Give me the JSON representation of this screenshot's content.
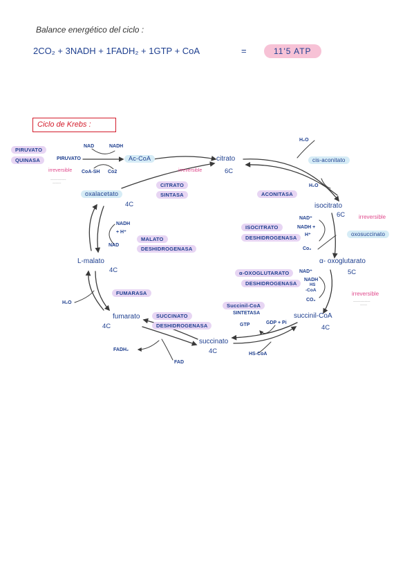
{
  "header": {
    "balance_title": "Balance energético del ciclo :",
    "equation": "2CO₂ + 3NADH + 1FADH₂ + 1GTP + CoA",
    "equals": "=",
    "result": "11'5 ATP"
  },
  "section": {
    "title": "Ciclo de Krebs :"
  },
  "diagram": {
    "piruvato_quinasa": [
      "PIRUVATO",
      "QUINASA"
    ],
    "piruvato": "PIRUVATO",
    "nad_top": "NAD",
    "nadh_top": "NADH",
    "coa_sh": "CoA-SH",
    "co2_top": "Co2",
    "acetyl_coa": "Ac-CoA",
    "irreversible_left": "irreversible",
    "irreversible_mid": "irreversible",
    "citrato_sintasa": [
      "CITRATO",
      "SINTASA"
    ],
    "citrato": "citrato",
    "citrato_c": "6C",
    "h2o_top": "H₂O",
    "cis_aconitato": "cis-aconitato",
    "h2o_right": "H₂O",
    "aconitasa": "ACONITASA",
    "oxalacetato": "oxalacetato",
    "oxalacetato_c": "4C",
    "isocitrato": "isocitrato",
    "isocitrato_c": "6C",
    "irreversible_right": "irreversible",
    "oxosuccinato": "oxosuccinato",
    "isocitrato_dh": [
      "ISOCITRATO",
      "DESHIDROGENASA"
    ],
    "nad_plus_iso": "NAD⁺",
    "nadh_h_iso": "NADH +",
    "h_plus_iso": "H⁺",
    "co2_iso": "Co₂",
    "nadh_h_mal": "NADH",
    "h_plus_mal": "+ H⁺",
    "nad_mal": "NAD",
    "malato_dh": [
      "MALATO",
      "DESHIDROGENASA"
    ],
    "l_malato": "L-malato",
    "l_malato_c": "4C",
    "alpha_ceto": "α- oxoglutarato",
    "alpha_ceto_c": "5C",
    "alpha_ceto_dh": [
      "α-OXOGLUTARATO",
      "DESHIDROGENASA"
    ],
    "nad_plus_ak": "NAD⁺",
    "nadh_ak": "NADH",
    "hs_ak": "HS",
    "coa_ak": "-CoA",
    "co2_ak": "CO₂",
    "irreversible_right2": "irreversible",
    "fumarasa": "FUMARASA",
    "h2o_left": "H₂O",
    "succinil_coa_sintetasa": [
      "Succinil-CoA",
      "SINTETASA"
    ],
    "succinil_coa": "succinil-CoA",
    "succinil_coa_c": "4C",
    "fumarato": "fumarato",
    "fumarato_c": "4C",
    "succinato_dh": [
      "SUCCINATO",
      "DESHIDROGENASA"
    ],
    "gtp": "GTP",
    "gdp_pi": "GDP + Pi",
    "succinato": "succinato",
    "succinato_c": "4C",
    "fadh2": "FADH₂",
    "fad": "FAD",
    "hs_coa": "HS-CoA"
  },
  "colors": {
    "ink_blue": "#1e3f8f",
    "pink": "#e04a8c",
    "red_border": "#d31b2a",
    "lavender_highlight": "#e7d5f3",
    "cyan_highlight": "#d6ecf6",
    "pink_highlight": "#f7c2d6"
  }
}
